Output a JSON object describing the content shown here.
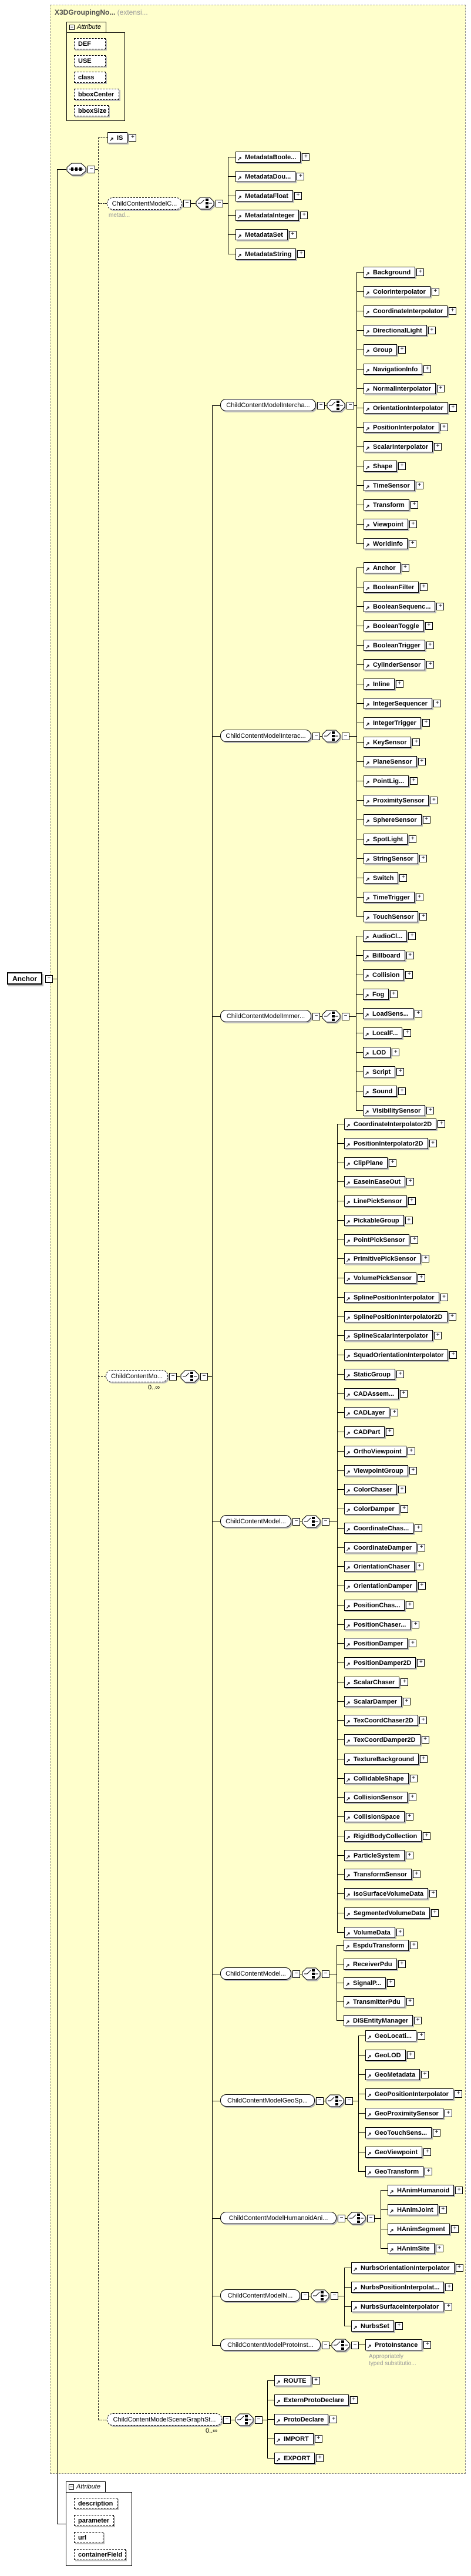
{
  "panel_title": {
    "base_type": "X3DGroupingNo...",
    "suffix": " (extensi..."
  },
  "root_element": {
    "label": "Anchor"
  },
  "base_attributes": {
    "header": "Attribute",
    "items": [
      "DEF",
      "USE",
      "class",
      "bboxCenter",
      "bboxSize"
    ]
  },
  "element_attributes": {
    "header": "Attribute",
    "items": [
      "description",
      "parameter",
      "url",
      "containerField"
    ]
  },
  "is_element": {
    "label": "IS"
  },
  "metadata_group": {
    "label": "ChildContentModelC...",
    "annotation": "metad...",
    "elements": [
      "MetadataBoole...",
      "MetadataDou...",
      "MetadataFloat",
      "MetadataInteger",
      "MetadataSet",
      "MetadataString"
    ]
  },
  "repeat_choice_group": {
    "label": "ChildContentMo...",
    "occurrence": "0..∞"
  },
  "content_model_groups": [
    {
      "label": "ChildContentModelIntercha...",
      "elements": [
        "Background",
        "ColorInterpolator",
        "CoordinateInterpolator",
        "DirectionalLight",
        "Group",
        "NavigationInfo",
        "NormalInterpolator",
        "OrientationInterpolator",
        "PositionInterpolator",
        "ScalarInterpolator",
        "Shape",
        "TimeSensor",
        "Transform",
        "Viewpoint",
        "WorldInfo"
      ]
    },
    {
      "label": "ChildContentModelInterac...",
      "elements": [
        "Anchor",
        "BooleanFilter",
        "BooleanSequenc...",
        "BooleanToggle",
        "BooleanTrigger",
        "CylinderSensor",
        "Inline",
        "IntegerSequencer",
        "IntegerTrigger",
        "KeySensor",
        "PlaneSensor",
        "PointLig...",
        "ProximitySensor",
        "SphereSensor",
        "SpotLight",
        "StringSensor",
        "Switch",
        "TimeTrigger",
        "TouchSensor"
      ]
    },
    {
      "label": "ChildContentModelImmer...",
      "elements": [
        "AudioCl...",
        "Billboard",
        "Collision",
        "Fog",
        "LoadSens...",
        "LocalF...",
        "LOD",
        "Script",
        "Sound",
        "VisibilitySensor"
      ]
    },
    {
      "label": "ChildContentModel...",
      "elements": [
        "CoordinateInterpolator2D",
        "PositionInterpolator2D",
        "ClipPlane",
        "EaseInEaseOut",
        "LinePickSensor",
        "PickableGroup",
        "PointPickSensor",
        "PrimitivePickSensor",
        "VolumePickSensor",
        "SplinePositionInterpolator",
        "SplinePositionInterpolator2D",
        "SplineScalarInterpolator",
        "SquadOrientationInterpolator",
        "StaticGroup",
        "CADAssem...",
        "CADLayer",
        "CADPart",
        "OrthoViewpoint",
        "ViewpointGroup",
        "ColorChaser",
        "ColorDamper",
        "CoordinateChas...",
        "CoordinateDamper",
        "OrientationChaser",
        "OrientationDamper",
        "PositionChas...",
        "PositionChaser...",
        "PositionDamper",
        "PositionDamper2D",
        "ScalarChaser",
        "ScalarDamper",
        "TexCoordChaser2D",
        "TexCoordDamper2D",
        "TextureBackground",
        "CollidableShape",
        "CollisionSensor",
        "CollisionSpace",
        "RigidBodyCollection",
        "ParticleSystem",
        "TransformSensor",
        "IsoSurfaceVolumeData",
        "SegmentedVolumeData",
        "VolumeData"
      ]
    },
    {
      "label": "ChildContentModel...",
      "elements": [
        "EspduTransform",
        "ReceiverPdu",
        "SignalP...",
        "TransmitterPdu",
        "DISEntityManager"
      ]
    },
    {
      "label": "ChildContentModelGeoSp...",
      "elements": [
        "GeoLocati...",
        "GeoLOD",
        "GeoMetadata",
        "GeoPositionInterpolator",
        "GeoProximitySensor",
        "GeoTouchSens...",
        "GeoViewpoint",
        "GeoTransform"
      ]
    },
    {
      "label": "ChildContentModelHumanoidAni...",
      "elements": [
        "HAnimHumanoid",
        "HAnimJoint",
        "HAnimSegment",
        "HAnimSite"
      ]
    },
    {
      "label": "ChildContentModelN...",
      "elements": [
        "NurbsOrientationInterpolator",
        "NurbsPositionInterpolat...",
        "NurbsSurfaceInterpolator",
        "NurbsSet"
      ]
    },
    {
      "label": "ChildContentModelProtoInst...",
      "elements": [
        "ProtoInstance"
      ]
    }
  ],
  "proto_instance_annotation": [
    "Appropriately",
    "typed substitutio..."
  ],
  "scenegraph_group": {
    "label": "ChildContentModelSceneGraphSt...",
    "occurrence": "0..∞",
    "elements": [
      "ROUTE",
      "ExternProtoDeclare",
      "ProtoDeclare",
      "IMPORT",
      "EXPORT"
    ]
  },
  "icons": {
    "sequence": "sequence-icon",
    "choice": "choice-icon",
    "expand": "plus-icon",
    "collapse": "minus-icon",
    "reference": "ref-arrow-icon"
  },
  "colors": {
    "panel_bg": "#ffffcc",
    "shadow": "#bdbdbd",
    "annotation": "#9a9a9a"
  }
}
